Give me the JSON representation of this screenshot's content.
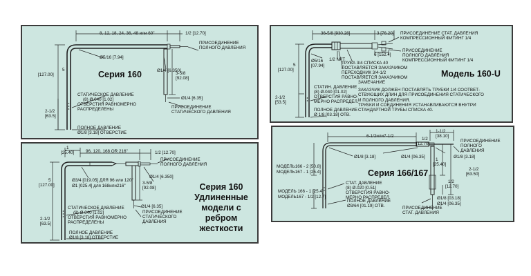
{
  "p160": {
    "dims": "8, 12, 18, 24, 36, 48 или 60\"",
    "half": "1/2 [12.70]",
    "full_conn": [
      "ПРИСОЕДИНЕНИЕ",
      "ПОЛНОГО ДАВЛЕНИЯ"
    ],
    "d516": "Ø5/16 [7.94]",
    "d14": "Ø1/4 [6.350]",
    "five": "5",
    "five_mm": "[127.00]",
    "title": "Серия 160",
    "d358": "3-5/8",
    "d358_mm": "[92.08]",
    "static": [
      "СТАТИЧЕСКОЕ ДАВЛЕНИЕ",
      "(8) Ø.040 [1.02]",
      "ОТВЕРСТИЯ РАВНОМЕРНО",
      "РАСПРЕДЕЛЕНЫ"
    ],
    "d14b": "Ø1/4 [6.35]",
    "stat_conn": [
      "ПРИСОЕДИНЕНИЕ",
      "СТАТИЧЕСКОГО ДАВЛЕНИЯ"
    ],
    "d212": "2-1/2",
    "d212_mm": "[63.5]",
    "full_press": [
      "ПОЛНОЕ ДАВЛЕНИЕ",
      "Ø1/8 [3.18] ОТВЕРСТИЕ"
    ]
  },
  "p160u": {
    "d3658": "36-5/8 [930.28]",
    "d3": "3 [76.20]",
    "stat_fit": [
      "ПРИСОЕДИНЕНИЕ СТАТ. ДАВЛЕНИЯ",
      "КОМПРЕССИОННЫЙ ФИТИНГ 1/4"
    ],
    "d6": "6 [152.4]",
    "full_fit": [
      "ПРИСОЕДИНЕНИЕ",
      "ПОЛНОГО ДАВЛЕНИЯ",
      "КОМПРЕССИОННЫЙ ФИТИНГ 1/4"
    ],
    "d516": "Ø5/16",
    "d516_mm": "[07.94]",
    "npt": "1/2 NPT",
    "five": "5",
    "five_mm": "[127.00]",
    "pipe": [
      "ТРУБА 3/4 СПИСКА 40",
      "ПОСТАВЛЯЕТСЯ ЗАКАЗЧИКОМ"
    ],
    "adapter": [
      "ПЕРЕХОДНИК 3/4-1/2",
      "ПОСТАВЛЯЕТСЯ ЗАКАЗЧИКОМ"
    ],
    "title": "Модель 160-U",
    "static": [
      "СТАТИН. ДАВЛЕНИЕ",
      "(8) Ø.040 [01.02]",
      "ОТВЕРСТИЯ РАВНО-",
      "МЕРНО РАСПРЕДЕЛ."
    ],
    "note_head": "ЗАМЕЧАНИЕ",
    "note": [
      "ЗАКАЗЧИК ДОЛЖЕН ПОСТАВЛЯТЬ ТРУБКИ 1/4 СООТВЕТ-",
      "СТВУЮЩИХ ДЛИН ДЛЯ ПРИСОЕДИНЕНИЯ СТАТИЧЕСКОГО",
      "И ПОЛНОГО ДАВЛЕНИЯ.",
      "ТРУБКИ И СОЕДИНЕНИЯ УСТАНАВЛИВАЮТСЯ ВНУТРИ",
      "СТАНДАРТНОЙ ТРУБЫ СПИСКА 40."
    ],
    "d212": "2-1/2",
    "d212_mm": "[53.5]",
    "full_press": [
      "ПОЛНОЕ ДАВЛЕНИЕ",
      "Ø 1/8 [03.18]   ОТВ."
    ]
  },
  "p160ext": {
    "one": "1",
    "one_mm": "[25.40]",
    "dims": "96, 120, 168 OR 216\"",
    "half": "1/2 [12.70]",
    "full_conn": [
      "ПРИСОЕДИНЕНИЕ",
      "ПОЛНОГО ДАВЛЕНИЯ"
    ],
    "d34": "Ø3/4 [019.05] ДЛЯ 96 или 120\"",
    "d1": "Ø1 [025.4] для 168или216\"",
    "d14": "Ø1/4 [6.350]",
    "five": "5",
    "five_mm": "[127.00]",
    "d358": "3-5/8",
    "d358_mm": "[92.08]",
    "title": [
      "Серия 160",
      "Удлиненные",
      "модели с",
      "ребром",
      "жесткости"
    ],
    "static": [
      "СТАТИЧЕСКОЕ ДАВЛЕНИЕ",
      "(8) Ø.040 [1.02]",
      "ОТВЕРСТИЯ РАВНОМЕРНО",
      "РАСПРЕДЕЛЕНЫ"
    ],
    "d14b": "Ø1/4 [6.35]",
    "stat_conn": [
      "ПРИСОЕДИНЕНИЕ",
      "СТАТИЧЕСКОГО",
      "ДАВЛЕНИЯ"
    ],
    "d212": "2-1/2",
    "d212_mm": "[63.5]",
    "full_press": [
      "ПОЛНОЕ ДАВЛЕНИЕ",
      "Ø1/8 [3.18] ОТВЕРСТИЕ"
    ]
  },
  "p166": {
    "d612": "6-1/2или7-1/2",
    "d112": "1-1/2",
    "d112_mm": "[38.10]",
    "full_conn": [
      "ПРИСОЕДИНЕНИЕ",
      "ПОЛНОГО",
      "ДАВЛЕНИЯ"
    ],
    "half": "1/2",
    "half_mm": "[12.70]",
    "d18": "Ø1/8 [3.18]",
    "d14": "Ø1/4 [06.35]",
    "d18b": "Ø1/8 [3.18]",
    "m166": "МОДЕЛЬ166 - 2 [50.8]",
    "m167": "МОДЕЛЬ167 - 1 [25.4]",
    "title": "Серия 166/167",
    "d1": "1",
    "d1_mm": "[25.40]",
    "d212": "2-1/2",
    "d212_mm": "[63.50]",
    "static": [
      "СТАТ. ДАВЛЕНИЕ",
      "(8) Ø.020 [0.51]",
      "ОТВЕРСТИЯ РАВНО-",
      "МЕРНО РАСПРЕДЕЛ."
    ],
    "m166b": "МОДЕЛЬ 166 - 1 [25.4]",
    "m167b": "МОДЕЛЬ167 - 1/2 [12.7]",
    "full_press": [
      "ПОЛНОЕ ДАВЛЕНИЕ",
      "Ø3/64 [01.19] ОТВ."
    ],
    "half2": "1/2",
    "half2_mm": "[12.70]",
    "d18c": "Ø1/8 [03.18]",
    "d14c": "Ø1/4 [06.35]",
    "stat_conn": [
      "ПРИСОЕДИНЕНИЕ",
      "СТАТ. ДАВЛЕНИЯ"
    ]
  }
}
